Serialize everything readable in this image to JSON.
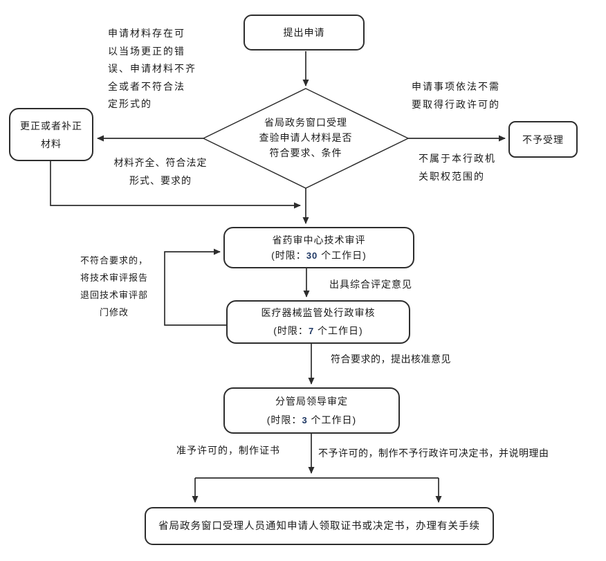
{
  "diagram": {
    "type": "flowchart",
    "colors": {
      "stroke": "#2d2d2d",
      "text": "#1a1a1a",
      "number": "#1f3864",
      "background": "#ffffff"
    },
    "nodes": {
      "start": {
        "label": "提出申请"
      },
      "decision": {
        "label": "省局政务窗口受理\n查验申请人材料是否\n符合要求、条件"
      },
      "correct": {
        "label": "更正或者补正\n材料"
      },
      "reject": {
        "label": "不予受理"
      },
      "tech_review": {
        "title": "省药审中心技术审评",
        "limit_prefix": "(时限：",
        "limit_days": "30",
        "limit_suffix": " 个工作日)"
      },
      "admin_review": {
        "title": "医疗器械监管处行政审核",
        "limit_prefix": "(时限：",
        "limit_days": "7",
        "limit_suffix": " 个工作日)"
      },
      "leader_review": {
        "title": "分管局领导审定",
        "limit_prefix": "(时限：",
        "limit_days": "3",
        "limit_suffix": " 个工作日)"
      },
      "notify": {
        "label": "省局政务窗口受理人员通知申请人领取证书或决定书，办理有关手续"
      }
    },
    "labels": {
      "correctable": "申请材料存在可\n以当场更正的错\n误、申请材料不齐\n全或者不符合法\n定形式的",
      "qualified": "材料齐全、符合法定\n形式、要求的",
      "no_license_needed": "申请事项依法不需\n要取得行政许可的",
      "out_of_scope": "不属于本行政机\n关职权范围的",
      "return_for_revision": "不符合要求的，\n将技术审评报告\n退回技术审评部\n门修改",
      "comprehensive_opinion": "出具综合评定意见",
      "approval_opinion": "符合要求的，提出核准意见",
      "grant": "准予许可的，制作证书",
      "deny": "不予许可的，制作不予行政许可决定书，并说明理由"
    }
  }
}
